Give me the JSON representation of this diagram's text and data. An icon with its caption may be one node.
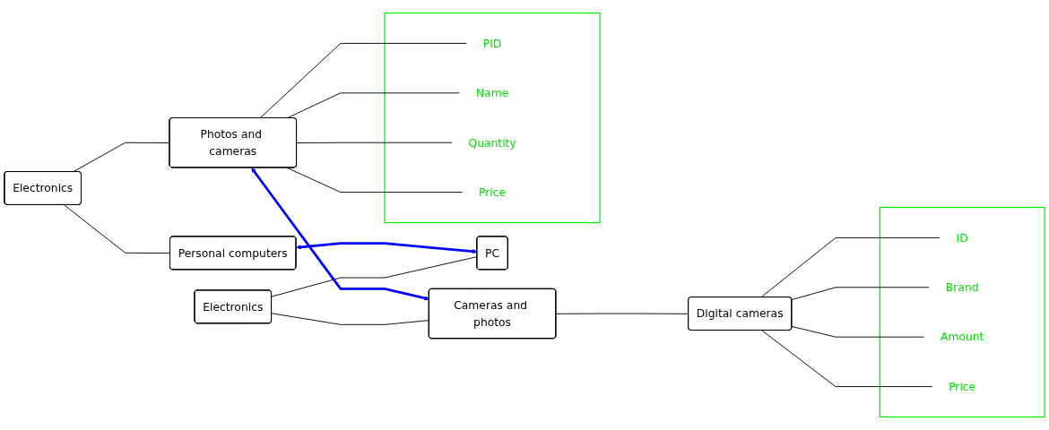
{
  "diagram": {
    "nodes": [
      {
        "text": [
          "Electronics"
        ]
      },
      {
        "text": [
          "Personal computers"
        ]
      },
      {
        "text": [
          "Photos and cameras"
        ]
      },
      {
        "text": [],
        "shape": "box"
      },
      {
        "text": [
          "PID"
        ],
        "in": 3
      },
      {
        "text": [
          "Name"
        ],
        "in": 3
      },
      {
        "text": [
          "Quantity"
        ],
        "in": 3
      },
      {
        "text": [
          "Price"
        ],
        "in": 3
      },
      {
        "text": [
          "Electronics"
        ]
      },
      {
        "text": [
          "PC"
        ]
      },
      {
        "text": [
          "Cameras and photos"
        ]
      },
      {
        "text": [
          "Digital cameras"
        ]
      },
      {
        "text": [],
        "shape": "box"
      },
      {
        "text": [
          "ID"
        ],
        "in": 12
      },
      {
        "text": [
          "Brand"
        ],
        "in": 12
      },
      {
        "text": [
          "Amount"
        ],
        "in": 12
      },
      {
        "text": [
          "Price"
        ],
        "in": 12
      }
    ],
    "edges": [
      {
        "from": 0,
        "to": 1,
        "arrow": "none"
      },
      {
        "from": 0,
        "to": 2,
        "arrow": "none"
      },
      {
        "from": 2,
        "to": 4,
        "arrow": "none"
      },
      {
        "from": 2,
        "to": 5,
        "arrow": "none"
      },
      {
        "from": 2,
        "to": 6,
        "arrow": "none"
      },
      {
        "from": 2,
        "to": 7,
        "arrow": "none"
      },
      {
        "from": 8,
        "to": 9,
        "arrow": "none"
      },
      {
        "from": 8,
        "to": 10,
        "arrow": "none"
      },
      {
        "from": 10,
        "to": 11,
        "arrow": "none"
      },
      {
        "from": 11,
        "to": 13,
        "arrow": "none"
      },
      {
        "from": 11,
        "to": 14,
        "arrow": "none"
      },
      {
        "from": 11,
        "to": 15,
        "arrow": "none"
      },
      {
        "from": 11,
        "to": 16,
        "arrow": "none"
      },
      {
        "from": 1,
        "to": 9,
        "arrow": "both",
        "style": "thick",
        "color": "#0000ff"
      },
      {
        "from": 2,
        "to": 10,
        "arrow": "both",
        "style": "thick",
        "color": "#0000ff"
      }
    ]
  }
}
